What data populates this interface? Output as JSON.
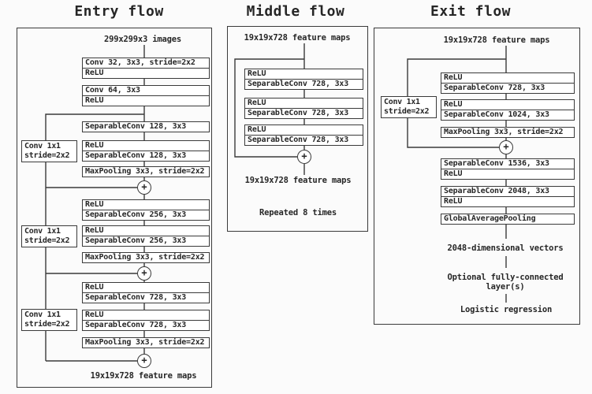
{
  "colors": {
    "line": "#3a3a3a",
    "text": "#262626",
    "background": "#fbfbfb",
    "box_fill": "#ffffff"
  },
  "icons": {
    "merge_plus": "+"
  },
  "entry_flow": {
    "title": "Entry flow",
    "input_label": "299x299x3 images",
    "output_label": "19x19x728 feature maps",
    "blocks": [
      {
        "rows": [
          "Conv 32, 3x3, stride=2x2",
          "ReLU"
        ]
      },
      {
        "rows": [
          "Conv 64, 3x3",
          "ReLU"
        ]
      },
      {
        "rows": [
          "SeparableConv 128, 3x3"
        ]
      },
      {
        "rows": [
          "ReLU",
          "SeparableConv 128, 3x3"
        ]
      },
      {
        "rows": [
          "MaxPooling 3x3, stride=2x2"
        ]
      },
      {
        "rows": [
          "ReLU",
          "SeparableConv 256, 3x3"
        ]
      },
      {
        "rows": [
          "ReLU",
          "SeparableConv 256, 3x3"
        ]
      },
      {
        "rows": [
          "MaxPooling 3x3, stride=2x2"
        ]
      },
      {
        "rows": [
          "ReLU",
          "SeparableConv 728, 3x3"
        ]
      },
      {
        "rows": [
          "ReLU",
          "SeparableConv 728, 3x3"
        ]
      },
      {
        "rows": [
          "MaxPooling 3x3, stride=2x2"
        ]
      }
    ],
    "residual_convs": [
      {
        "lines": [
          "Conv 1x1",
          "stride=2x2"
        ]
      },
      {
        "lines": [
          "Conv 1x1",
          "stride=2x2"
        ]
      },
      {
        "lines": [
          "Conv 1x1",
          "stride=2x2"
        ]
      }
    ]
  },
  "middle_flow": {
    "title": "Middle flow",
    "input_label": "19x19x728 feature maps",
    "output_label": "19x19x728 feature maps",
    "repeat_label": "Repeated 8 times",
    "blocks": [
      {
        "rows": [
          "ReLU",
          "SeparableConv 728, 3x3"
        ]
      },
      {
        "rows": [
          "ReLU",
          "SeparableConv 728, 3x3"
        ]
      },
      {
        "rows": [
          "ReLU",
          "SeparableConv 728, 3x3"
        ]
      }
    ]
  },
  "exit_flow": {
    "title": "Exit flow",
    "input_label": "19x19x728 feature maps",
    "blocks": [
      {
        "rows": [
          "ReLU",
          "SeparableConv 728, 3x3"
        ]
      },
      {
        "rows": [
          "ReLU",
          "SeparableConv 1024, 3x3"
        ]
      },
      {
        "rows": [
          "MaxPooling 3x3, stride=2x2"
        ]
      },
      {
        "rows": [
          "SeparableConv 1536, 3x3",
          "ReLU"
        ]
      },
      {
        "rows": [
          "SeparableConv 2048, 3x3",
          "ReLU"
        ]
      },
      {
        "rows": [
          "GlobalAveragePooling"
        ]
      }
    ],
    "residual_conv": {
      "lines": [
        "Conv 1x1",
        "stride=2x2"
      ]
    },
    "vectors_label": "2048-dimensional vectors",
    "optional_label_line1": "Optional fully-connected",
    "optional_label_line2": "layer(s)",
    "logistic_label": "Logistic regression"
  }
}
